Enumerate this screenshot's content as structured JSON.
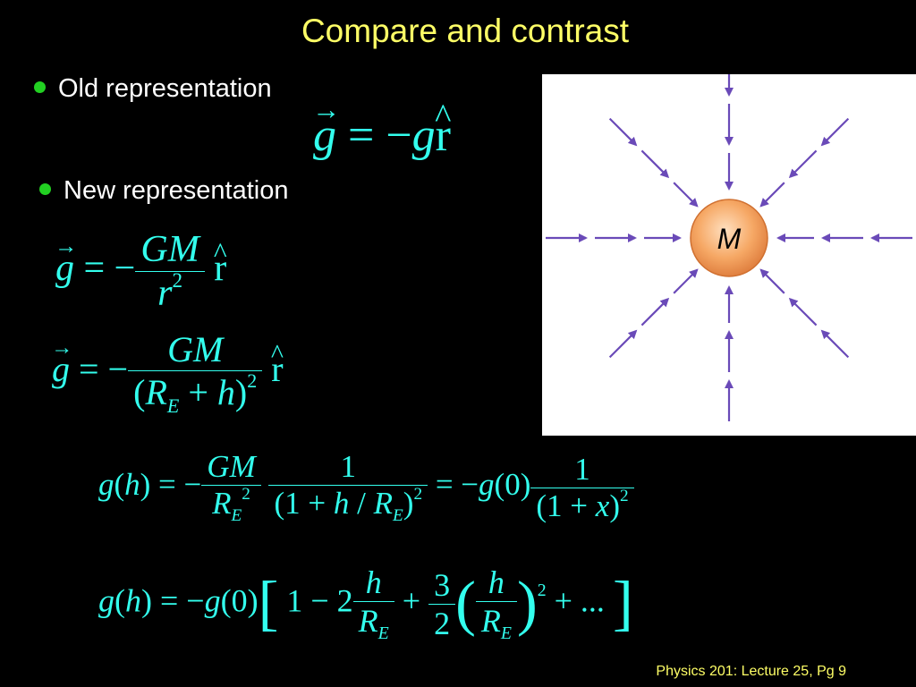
{
  "title": "Compare and contrast",
  "bullets": {
    "old": "Old representation",
    "new": "New representation"
  },
  "diagram": {
    "mass_label": "M",
    "arrow_color": "#6a4ab8",
    "mass_color": "#f0a060"
  },
  "footer": "Physics 201: Lecture 25, Pg 9",
  "colors": {
    "title": "#ffff66",
    "equation": "#33ffee",
    "bullet_dot": "#22d022"
  }
}
